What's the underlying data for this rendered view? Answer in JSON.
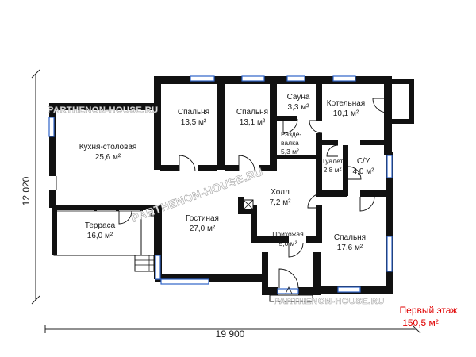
{
  "rooms": [
    {
      "id": "bedroom1",
      "name": "Спальня",
      "area": "13,5 м²"
    },
    {
      "id": "bedroom2",
      "name": "Спальня",
      "area": "13,1 м²"
    },
    {
      "id": "sauna",
      "name": "Сауна",
      "area": "3,3 м²"
    },
    {
      "id": "boiler",
      "name": "Котельная",
      "area": "10,1 м²"
    },
    {
      "id": "kitchen",
      "name": "Кухня-столовая",
      "area": "25,6 м²"
    },
    {
      "id": "dressing",
      "name_line1": "Разде-",
      "name_line2": "валка",
      "area": "5,3 м²"
    },
    {
      "id": "toilet",
      "name": "Туалет",
      "area": "2,8 м²"
    },
    {
      "id": "bathroom",
      "name": "С/У",
      "area": "4,0 м²"
    },
    {
      "id": "hall",
      "name": "Холл",
      "area": "7,2 м²"
    },
    {
      "id": "terrace",
      "name": "Терраса",
      "area": "16,0 м²"
    },
    {
      "id": "living",
      "name": "Гостиная",
      "area": "27,0 м²"
    },
    {
      "id": "entry",
      "name": "Прихожая",
      "area": "5,0 м²"
    },
    {
      "id": "bedroom3",
      "name": "Спальня",
      "area": "17,6 м²"
    }
  ],
  "dimensions": {
    "height": "12 020",
    "width": "19 900"
  },
  "caption": {
    "line1": "Первый этаж",
    "line2": "150,5 м²"
  },
  "watermark": "PARTHENON-HOUSE.RU",
  "colors": {
    "wall": "#111111",
    "window": "#2e63c9",
    "caption": "#e00000"
  }
}
